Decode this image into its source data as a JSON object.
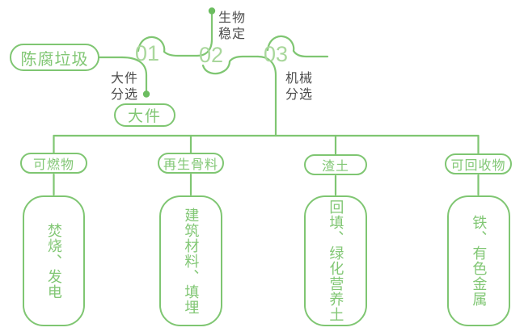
{
  "colors": {
    "line_green": "#7fc672",
    "number_green": "#a9d79c",
    "text_green": "#82c775",
    "dot_green": "#6cbd60",
    "dark_text": "#4c4c4c",
    "background": "#ffffff"
  },
  "flow": {
    "root_label": "陈腐垃圾",
    "bulky_label": "大件",
    "steps": [
      {
        "num": "01",
        "branch_label": "大件\n分选"
      },
      {
        "num": "02",
        "branch_label": "生物\n稳定"
      },
      {
        "num": "03",
        "branch_label": "机械\n分选"
      }
    ]
  },
  "outputs": [
    {
      "category": "可燃物",
      "result": "焚烧、发电"
    },
    {
      "category": "再生骨料",
      "result": "建筑材料、填埋"
    },
    {
      "category": "渣土",
      "result": "回填、绿化营养土"
    },
    {
      "category": "可回收物",
      "result": "铁、有色金属"
    }
  ]
}
